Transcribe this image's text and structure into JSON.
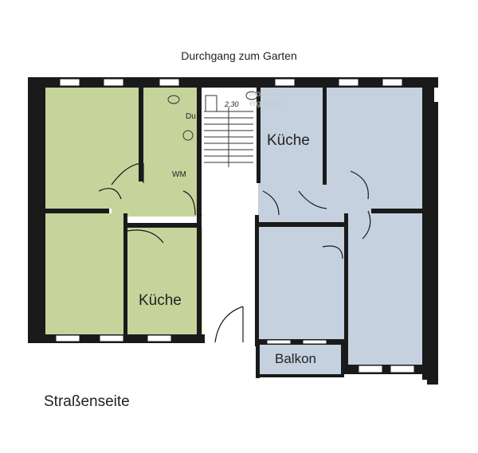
{
  "top_label": "Durchgang zum Garten",
  "street_label": "Straßenseite",
  "rooms": {
    "kitchen_left": "Küche",
    "kitchen_right": "Küche",
    "balcony": "Balkon"
  },
  "fixtures": {
    "washer": "WM",
    "shower": "Du"
  },
  "dimension": "2,30",
  "watermark": [
    "mobilien.",
    "ergedacht"
  ],
  "colors": {
    "left_unit": "#c6d49c",
    "right_unit": "#c5d1df",
    "walls": "#1a1a1a",
    "stairwell": "#ffffff"
  }
}
